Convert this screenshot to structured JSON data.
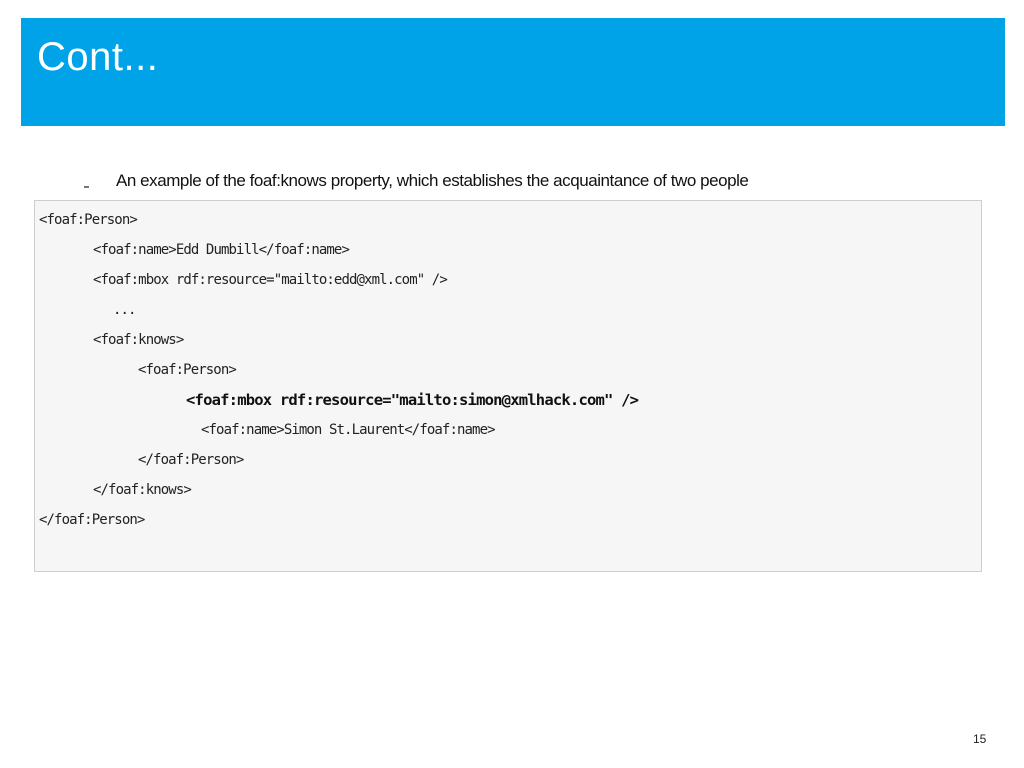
{
  "slide": {
    "title": "Cont...",
    "caption": "An example of the foaf:knows property, which establishes the acquaintance of two people",
    "code_lines": [
      "<foaf:Person>",
      "<foaf:name>Edd Dumbill</foaf:name>",
      "<foaf:mbox rdf:resource=\"mailto:edd@xml.com\" />",
      "...",
      "<foaf:knows>",
      "<foaf:Person>",
      "<foaf:mbox rdf:resource=\"mailto:simon@xmlhack.com\" />",
      "<foaf:name>Simon St.Laurent</foaf:name>",
      "</foaf:Person>",
      "</foaf:knows>",
      "</foaf:Person>"
    ],
    "page_number": "15"
  },
  "colors": {
    "title_bar": "#00a3e8",
    "title_text": "#ffffff",
    "code_background": "#f6f6f6",
    "code_border": "#cfcfcf"
  }
}
